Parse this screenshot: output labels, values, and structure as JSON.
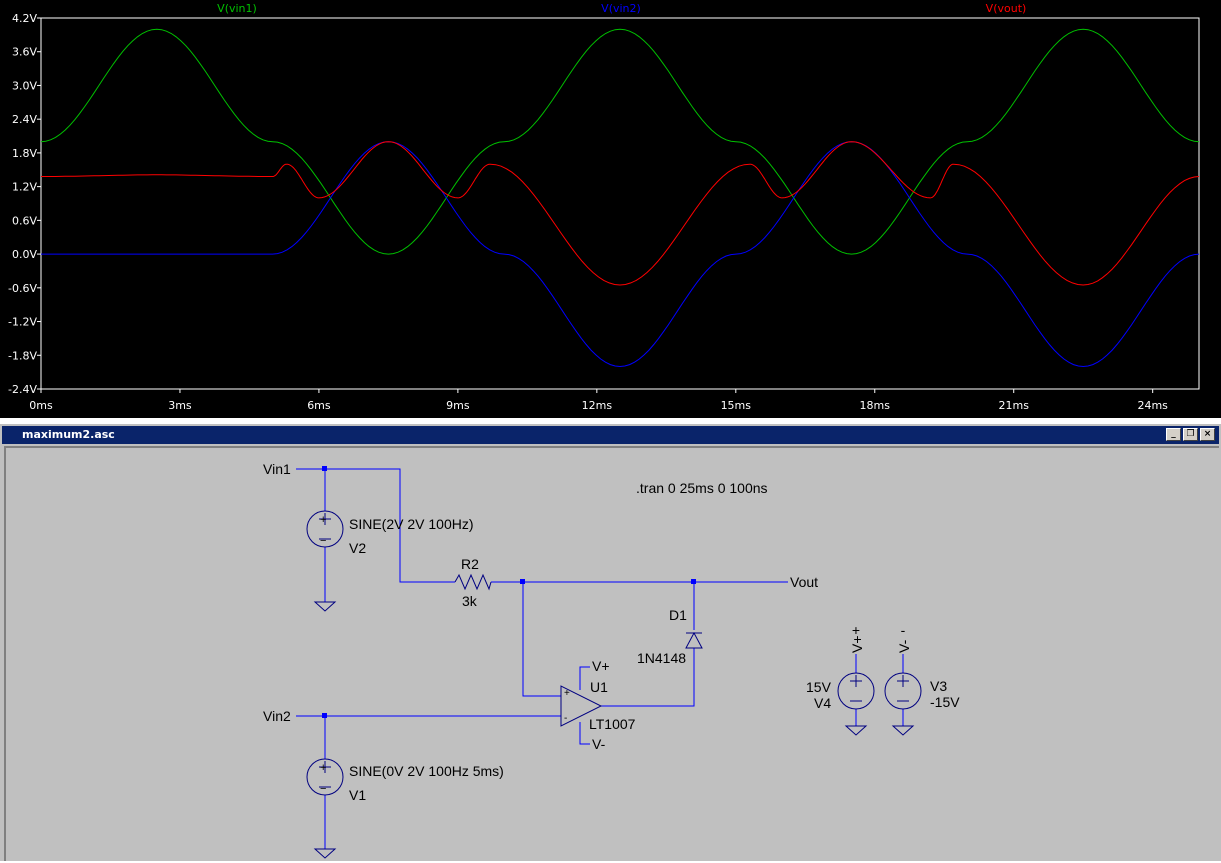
{
  "plot": {
    "trace_labels": [
      {
        "name": "V(vin1)",
        "color": "#00c000"
      },
      {
        "name": "V(vin2)",
        "color": "#0000ff"
      },
      {
        "name": "V(vout)",
        "color": "#ff0000"
      }
    ],
    "y_ticks": [
      "4.2V",
      "3.6V",
      "3.0V",
      "2.4V",
      "1.8V",
      "1.2V",
      "0.6V",
      "0.0V",
      "-0.6V",
      "-1.2V",
      "-1.8V",
      "-2.4V"
    ],
    "x_ticks": [
      "0ms",
      "3ms",
      "6ms",
      "9ms",
      "12ms",
      "15ms",
      "18ms",
      "21ms",
      "24ms"
    ]
  },
  "chart_data": {
    "type": "line",
    "xlabel": "",
    "ylabel": "",
    "x_unit": "ms",
    "y_unit": "V",
    "xlim": [
      0,
      25
    ],
    "ylim": [
      -2.4,
      4.2
    ],
    "grid": false,
    "series": [
      {
        "name": "V(vin1)",
        "color": "#00c000",
        "x": [
          0,
          2.5,
          5,
          7.5,
          10,
          12.5,
          15,
          17.5,
          20,
          22.5,
          25
        ],
        "y": [
          2.0,
          4.0,
          2.0,
          0.0,
          2.0,
          4.0,
          2.0,
          0.0,
          2.0,
          4.0,
          2.0
        ]
      },
      {
        "name": "V(vin2)",
        "color": "#0000ff",
        "x": [
          0,
          5,
          7.5,
          10,
          12.5,
          15,
          17.5,
          20,
          22.5,
          25
        ],
        "y": [
          0.0,
          0.0,
          2.0,
          0.0,
          -2.0,
          0.0,
          2.0,
          0.0,
          -2.0,
          0.0
        ]
      },
      {
        "name": "V(vout)",
        "color": "#ff0000",
        "x": [
          0,
          2.5,
          5,
          5.3,
          6,
          7.5,
          9,
          9.7,
          12.5,
          15.3,
          16,
          17.5,
          19.2,
          19.7,
          22.5,
          25
        ],
        "y": [
          1.38,
          1.41,
          1.38,
          1.6,
          1.0,
          2.0,
          1.0,
          1.6,
          -0.55,
          1.6,
          1.0,
          2.0,
          1.0,
          1.6,
          -0.55,
          1.38
        ]
      }
    ]
  },
  "schematic": {
    "window_title": "maximum2.asc",
    "directive": ".tran 0 25ms 0 100ns",
    "nets": {
      "vin1": "Vin1",
      "vin2": "Vin2",
      "vout": "Vout"
    },
    "v2": {
      "ref": "V2",
      "value": "SINE(2V 2V 100Hz)"
    },
    "v1": {
      "ref": "V1",
      "value": "SINE(0V 2V 100Hz 5ms)"
    },
    "r2": {
      "ref": "R2",
      "value": "3k"
    },
    "d1": {
      "ref": "D1",
      "value": "1N4148"
    },
    "u1": {
      "ref": "U1",
      "value": "LT1007",
      "vplus": "V+",
      "vminus": "V-",
      "pin_plus": "+",
      "pin_minus": "-"
    },
    "v4": {
      "ref": "V4",
      "value": "15V",
      "net": "V+",
      "net_sign": "+"
    },
    "v3": {
      "ref": "V3",
      "value": "-15V",
      "net": "V-",
      "net_sign": "-"
    },
    "source_plus": "+",
    "source_minus": "−"
  }
}
